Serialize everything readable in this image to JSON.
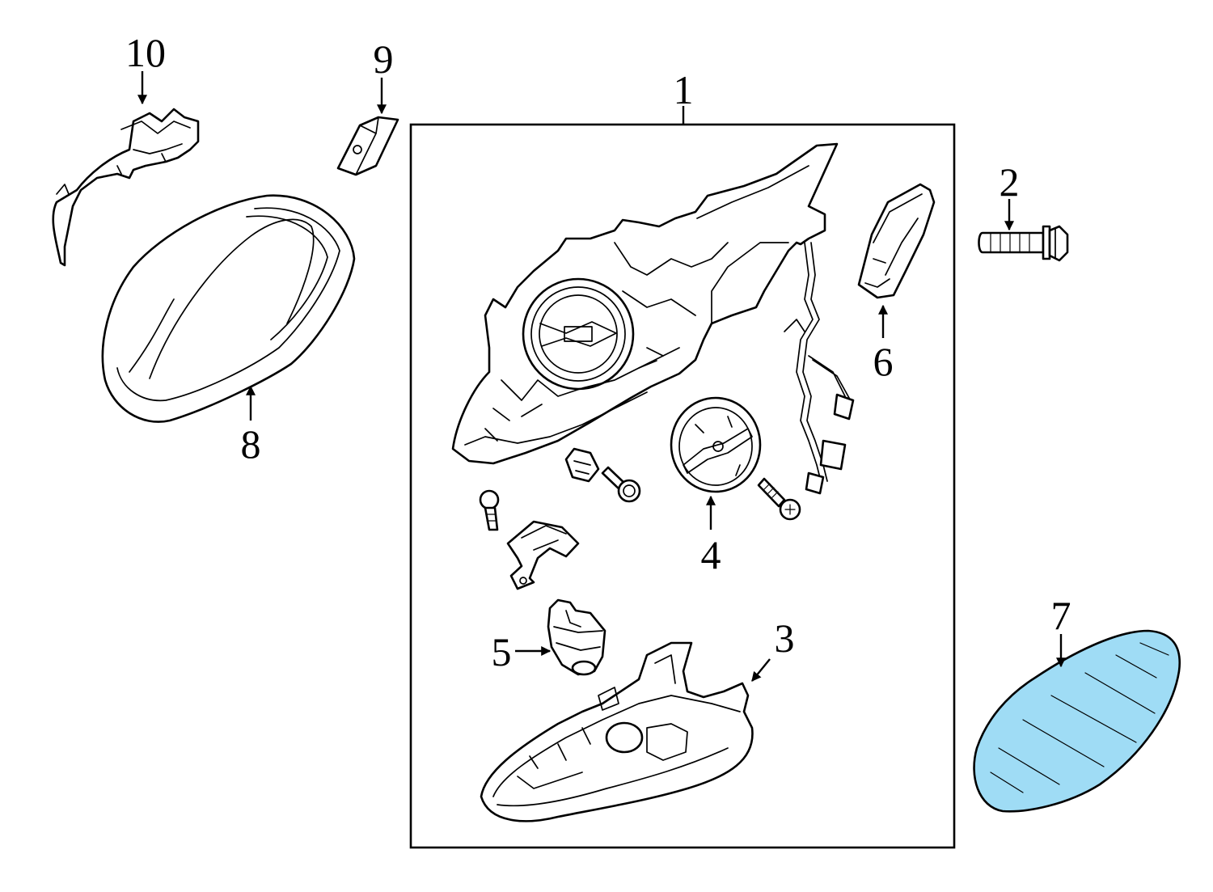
{
  "callouts": {
    "c1": "1",
    "c2": "2",
    "c3": "3",
    "c4": "4",
    "c5": "5",
    "c6": "6",
    "c7": "7",
    "c8": "8",
    "c9": "9",
    "c10": "10"
  },
  "colors": {
    "line": "#000000",
    "background": "#ffffff",
    "mirror_glass_fill": "#9fdcf5"
  }
}
